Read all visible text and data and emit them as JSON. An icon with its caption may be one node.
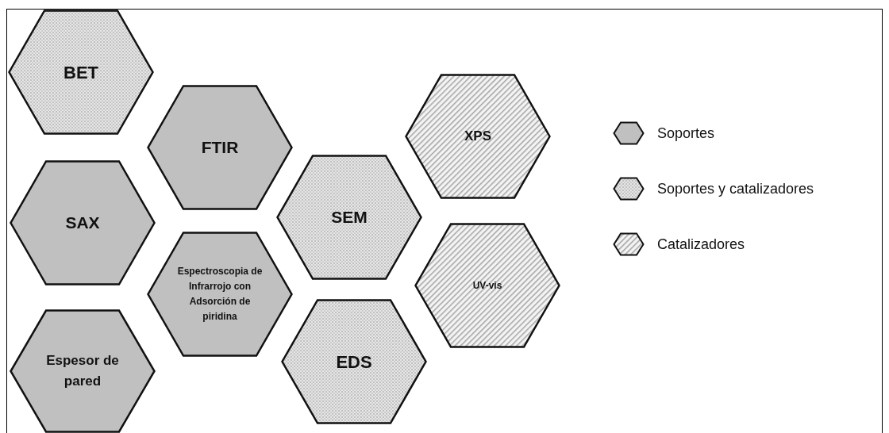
{
  "diagram": {
    "nodes": [
      {
        "text": [
          "BET"
        ]
      },
      {
        "text": [
          "FTIR"
        ]
      },
      {
        "text": [
          "SAX"
        ]
      },
      {
        "text": [
          "Espectroscopia de Infrarrojo con Adsorción de piridina"
        ]
      },
      {
        "text": [
          "Espesor de pared"
        ]
      },
      {
        "text": [
          "SEM"
        ]
      },
      {
        "text": [
          "EDS"
        ]
      },
      {
        "text": [
          "XPS"
        ]
      },
      {
        "text": [
          "UV-vis"
        ]
      }
    ],
    "legend": [
      {
        "text": "Soportes"
      },
      {
        "text": "Soportes y catalizadores"
      },
      {
        "text": "Catalizadores"
      }
    ]
  }
}
